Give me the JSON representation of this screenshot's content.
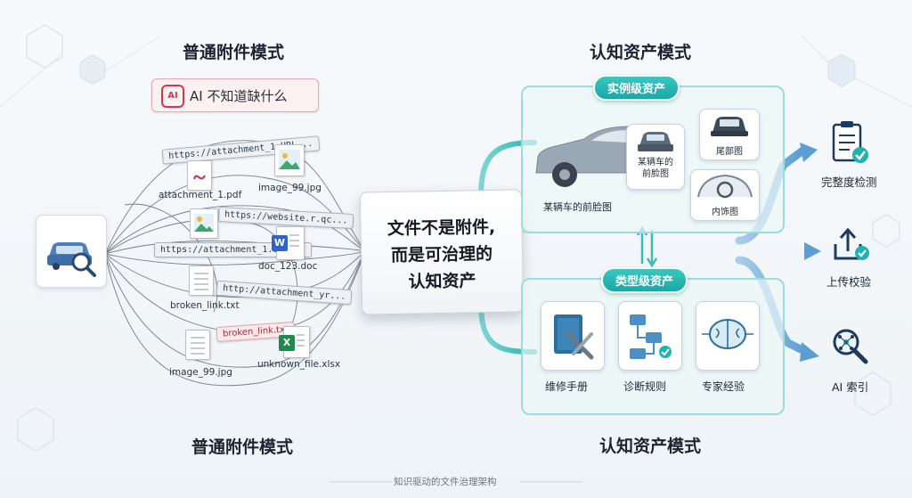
{
  "left": {
    "title_top": "普通附件模式",
    "title_bottom": "普通附件模式",
    "warning_badge": "AI 不知道缺什么",
    "url_pills": [
      "https://attachment_1.URL...",
      "https://website.r.qc...",
      "https://attachment_1.URL...",
      "http://attachment_yr..."
    ],
    "broken_pill": "broken_link.txt",
    "files": [
      {
        "label": "attachment_1.pdf",
        "icon": "pdf-icon"
      },
      {
        "label": "image_99.jpg",
        "icon": "image-icon"
      },
      {
        "label": "doc_123.doc",
        "icon": "word-icon"
      },
      {
        "label": "broken_link.txt",
        "icon": "text-file-icon"
      },
      {
        "label": "image_99.jpg",
        "icon": "image-icon"
      },
      {
        "label": "unknown_file.xlsx",
        "icon": "excel-icon"
      }
    ]
  },
  "center": {
    "line1": "文件不是附件,",
    "line2": "而是可治理的",
    "line3": "认知资产"
  },
  "right": {
    "title_top": "认知资产模式",
    "title_bottom": "认知资产模式",
    "instance_pill": "实例级资产",
    "type_pill": "类型级资产",
    "instance_items": {
      "car_front": "某辆车的前脸图",
      "front_card": "某辆车的\n前脸图",
      "rear_card": "尾部图",
      "interior_card": "内饰图"
    },
    "type_items": [
      "维修手册",
      "诊断规则",
      "专家经验"
    ]
  },
  "outputs": [
    {
      "label": "完整度检测",
      "icon": "checklist-icon"
    },
    {
      "label": "上传校验",
      "icon": "upload-icon"
    },
    {
      "label": "AI 索引",
      "icon": "ai-search-icon"
    }
  ],
  "footer": "知识驱动的文件治理架构",
  "colors": {
    "teal": "#1fb3b0",
    "blue_arrow": "#6aa8d8",
    "warning_red": "#d8344d"
  }
}
